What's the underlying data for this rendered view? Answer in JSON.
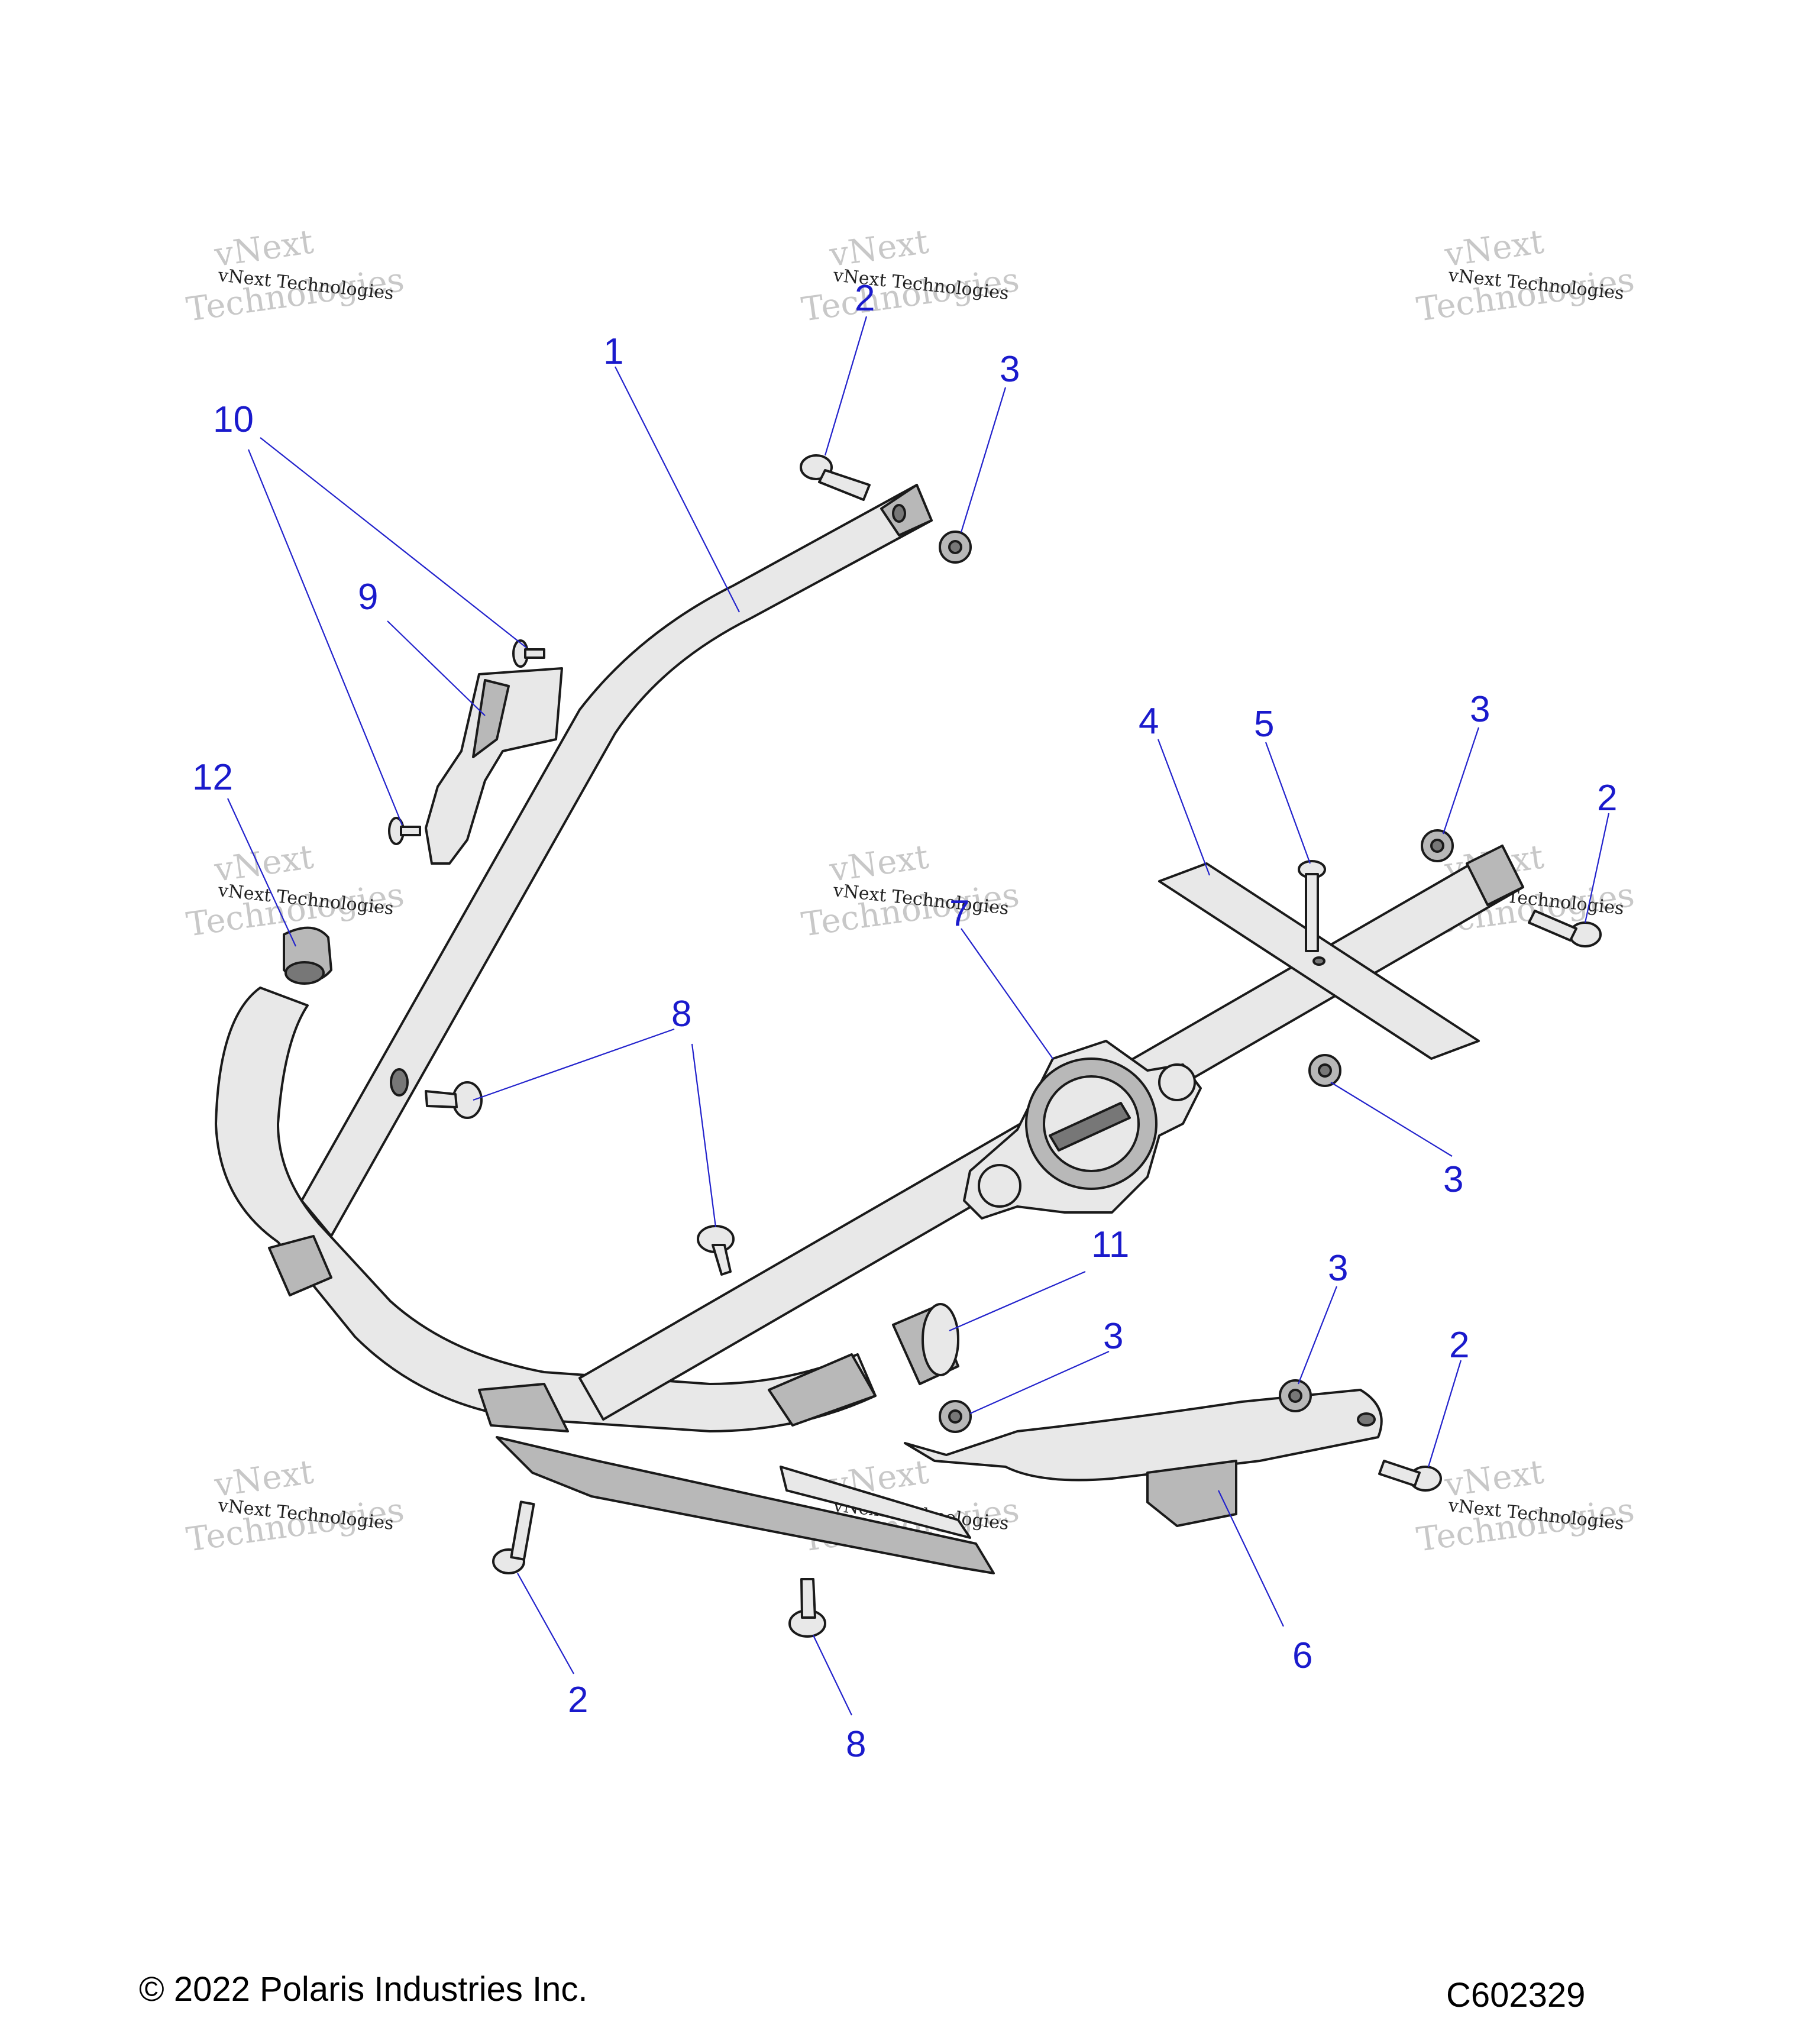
{
  "callouts": [
    {
      "id": "c1",
      "label": "1"
    },
    {
      "id": "c2a",
      "label": "2"
    },
    {
      "id": "c2b",
      "label": "2"
    },
    {
      "id": "c2c",
      "label": "2"
    },
    {
      "id": "c2d",
      "label": "2"
    },
    {
      "id": "c3a",
      "label": "3"
    },
    {
      "id": "c3b",
      "label": "3"
    },
    {
      "id": "c3c",
      "label": "3"
    },
    {
      "id": "c3d",
      "label": "3"
    },
    {
      "id": "c3e",
      "label": "3"
    },
    {
      "id": "c4",
      "label": "4"
    },
    {
      "id": "c5",
      "label": "5"
    },
    {
      "id": "c6",
      "label": "6"
    },
    {
      "id": "c7",
      "label": "7"
    },
    {
      "id": "c8a",
      "label": "8"
    },
    {
      "id": "c8b",
      "label": "8"
    },
    {
      "id": "c9",
      "label": "9"
    },
    {
      "id": "c10",
      "label": "10"
    },
    {
      "id": "c11",
      "label": "11"
    },
    {
      "id": "c12",
      "label": "12"
    }
  ],
  "watermark": {
    "line1": "vNext Technologies",
    "line2": "vNext",
    "line3": "Technologies"
  },
  "footer": {
    "copyright": "© 2022 Polaris Industries Inc.",
    "code": "C602329"
  },
  "colors": {
    "callout": "#1a1acc",
    "leader": "#2222cc",
    "outline": "#1a1a1a"
  }
}
